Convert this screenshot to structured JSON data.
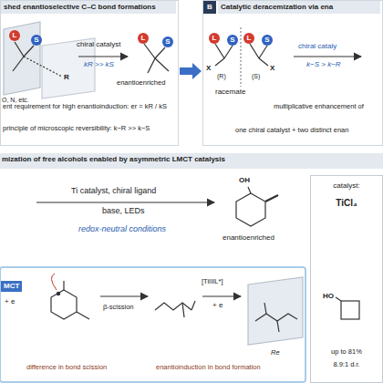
{
  "diagram": {
    "nodes": [
      {
        "text": [
          "shed enantioselective C–C bond formations"
        ]
      },
      {
        "text": [
          "B",
          "Catalytic deracemization via ena"
        ]
      },
      {
        "text": [
          "mization of free alcohols enabled by asymmetric LMCT catalysis"
        ]
      },
      {
        "text": [
          "MCT",
          "+ e",
          "β-scission",
          "[TiIIIL*]",
          "+ e",
          "Re",
          "difference in bond scission",
          "enantioinduction in bond formation"
        ],
        "in": 2
      },
      {
        "text": [
          "catalyst:",
          "TiCl₄",
          "up to 81%",
          "8.9:1 d.r."
        ],
        "in": 2
      }
    ],
    "edges": [
      {
        "from": 0,
        "to": 1,
        "arrow": "to"
      }
    ],
    "labels": [
      "L",
      "S",
      "O, N, etc.",
      "R",
      "chiral catalyst",
      "kR >> kS",
      "L",
      "S",
      "enantioenriched",
      "ent requirement for high enantioinduction: er = kR / kS",
      "principle of microscopic reversibility: k−R >> k−S",
      "L",
      "S",
      "X",
      "(R)",
      "(S)",
      "X",
      "racemate",
      "chiral cataly",
      "k−S > k−R",
      "multiplicative enhancement of",
      "one chiral catalyst + two distinct enan",
      "Ti catalyst, chiral ligand",
      "base, LEDs",
      "redox-neutral conditions",
      "OH",
      "enantioenriched",
      "HO",
      "L",
      "S"
    ]
  }
}
